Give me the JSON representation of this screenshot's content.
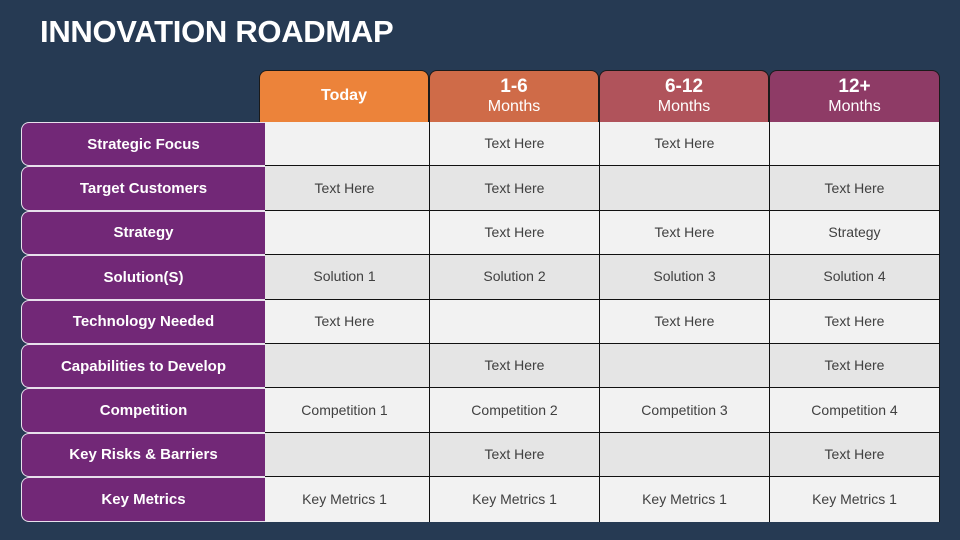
{
  "title": "INNOVATION ROADMAP",
  "colors": {
    "background": "#263a53",
    "label_fill": "#722877",
    "header_today": "#ec833a",
    "header_1_6": "#cf6b48",
    "header_6_12": "#b0535b",
    "header_12plus": "#8e3b66",
    "row_light": "#f2f2f2",
    "row_dark": "#e5e5e5"
  },
  "columns": [
    {
      "line1": "Today",
      "line2": ""
    },
    {
      "line1": "1-6",
      "line2": "Months"
    },
    {
      "line1": "6-12",
      "line2": "Months"
    },
    {
      "line1": "12+",
      "line2": "Months"
    }
  ],
  "rows": [
    {
      "label": "Strategic Focus",
      "cells": [
        "",
        "Text Here",
        "Text Here",
        ""
      ]
    },
    {
      "label": "Target Customers",
      "cells": [
        "Text Here",
        "Text Here",
        "",
        "Text Here"
      ]
    },
    {
      "label": "Strategy",
      "cells": [
        "",
        "Text Here",
        "Text Here",
        "Strategy"
      ]
    },
    {
      "label": "Solution(S)",
      "cells": [
        "Solution 1",
        "Solution 2",
        "Solution 3",
        "Solution 4"
      ]
    },
    {
      "label": "Technology Needed",
      "cells": [
        "Text Here",
        "",
        "Text Here",
        "Text Here"
      ]
    },
    {
      "label": "Capabilities to Develop",
      "cells": [
        "",
        "Text Here",
        "",
        "Text Here"
      ]
    },
    {
      "label": "Competition",
      "cells": [
        "Competition 1",
        "Competition 2",
        "Competition 3",
        "Competition 4"
      ]
    },
    {
      "label": "Key Risks & Barriers",
      "cells": [
        "",
        "Text Here",
        "",
        "Text Here"
      ]
    },
    {
      "label": "Key Metrics",
      "cells": [
        "Key Metrics 1",
        "Key Metrics 1",
        "Key Metrics 1",
        "Key Metrics 1"
      ]
    }
  ]
}
